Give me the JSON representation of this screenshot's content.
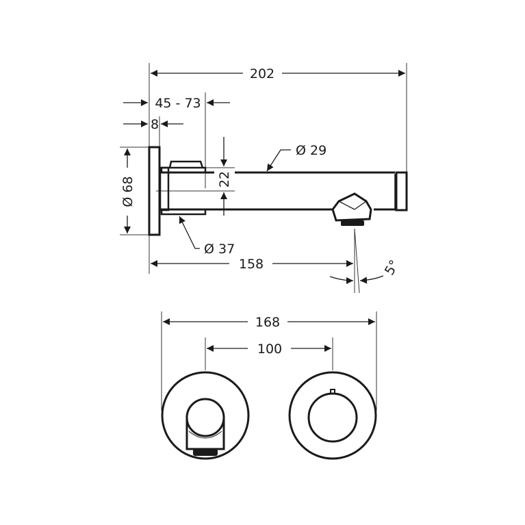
{
  "title": "Wall-mounted spout dimension drawing",
  "side_view": {
    "overall_length": "202",
    "projection_range": "45 - 73",
    "flange_thickness": "8",
    "flange_diameter": "Ø 68",
    "spout_diameter": "Ø 29",
    "offset": "22",
    "escutcheon_diameter": "Ø 37",
    "outlet_distance": "158",
    "outlet_angle": "5°"
  },
  "front_view": {
    "plate_width": "168",
    "center_distance": "100"
  }
}
